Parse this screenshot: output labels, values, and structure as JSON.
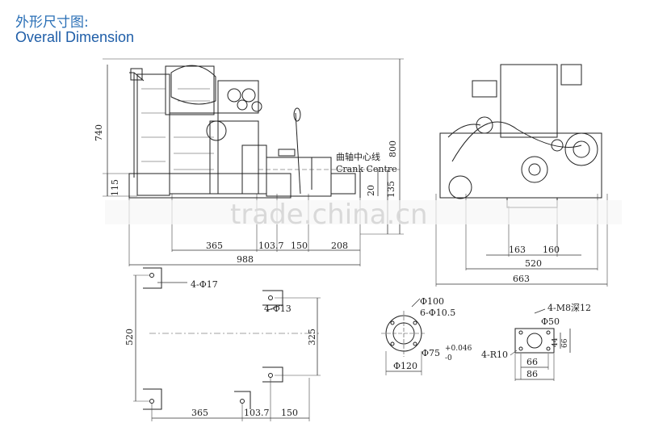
{
  "title_cn": "外形尺寸图:",
  "title_en": "Overall Dimension",
  "watermark": "trade.china.cn",
  "side_view": {
    "height_740": "740",
    "height_800": "800",
    "crank_label_cn": "曲轴中心线",
    "crank_label_en": "Crank Centre",
    "dim_115": "115",
    "dim_20": "20",
    "dim_135": "135",
    "dim_365": "365",
    "dim_103_7": "103.7",
    "dim_150": "150",
    "dim_208": "208",
    "dim_988": "988"
  },
  "front_view": {
    "dim_163": "163",
    "dim_160": "160",
    "dim_520": "520",
    "dim_663": "663"
  },
  "base_plan": {
    "holes_17": "4-Φ17",
    "holes_13": "4-Φ13",
    "dim_520": "520",
    "dim_325": "325",
    "dim_365": "365",
    "dim_103_7": "103.7",
    "dim_150": "150"
  },
  "flange": {
    "d100": "Φ100",
    "holes": "6-Φ10.5",
    "d75": "Φ75",
    "tol_upper": "+0.046",
    "tol_lower": "-0",
    "d120": "Φ120"
  },
  "shaft_end": {
    "thread": "4-M8深12",
    "d50": "Φ50",
    "r10": "4-R10",
    "dim_44": "44",
    "dim_66v": "66",
    "dim_66": "66",
    "dim_86": "86"
  }
}
